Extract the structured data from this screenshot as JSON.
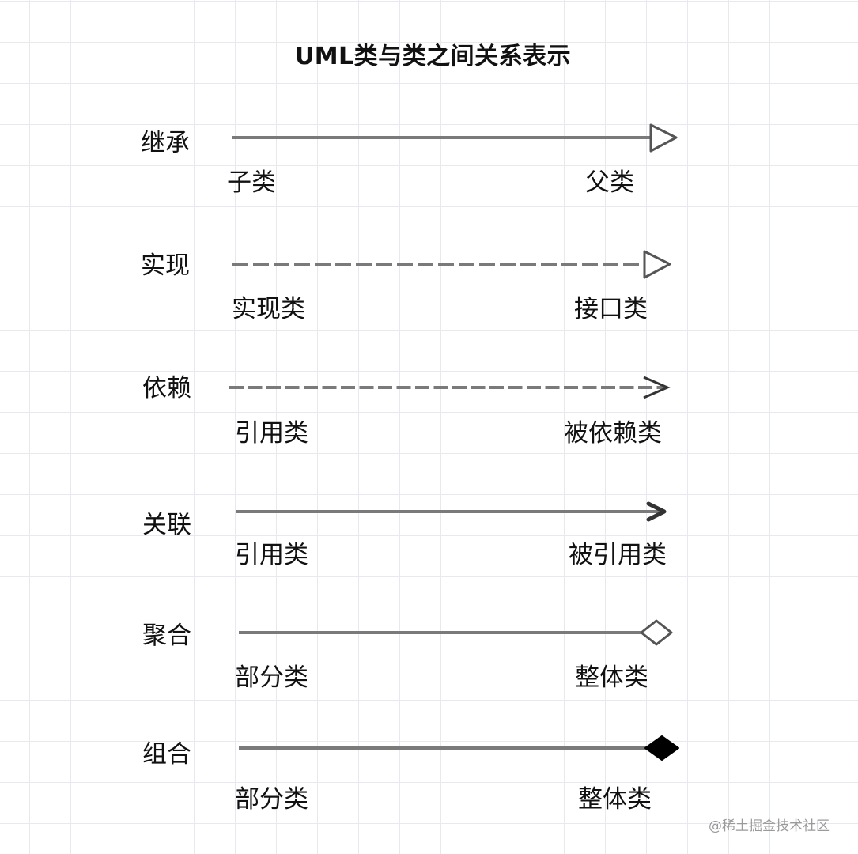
{
  "title": "UML类与类之间关系表示",
  "relations": [
    {
      "name": "继承",
      "source": "子类",
      "target": "父类",
      "line": "solid",
      "head": "hollow-triangle"
    },
    {
      "name": "实现",
      "source": "实现类",
      "target": "接口类",
      "line": "dashed",
      "head": "hollow-triangle"
    },
    {
      "name": "依赖",
      "source": "引用类",
      "target": "被依赖类",
      "line": "dashed",
      "head": "open-arrow"
    },
    {
      "name": "关联",
      "source": "引用类",
      "target": "被引用类",
      "line": "solid",
      "head": "open-arrow"
    },
    {
      "name": "聚合",
      "source": "部分类",
      "target": "整体类",
      "line": "solid",
      "head": "hollow-diamond"
    },
    {
      "name": "组合",
      "source": "部分类",
      "target": "整体类",
      "line": "solid",
      "head": "filled-diamond"
    }
  ],
  "colors": {
    "line": "#7a7a7a",
    "head": "#555555",
    "text": "#111111",
    "grid": "#e8e8ef"
  },
  "watermark": "@稀土掘金技术社区"
}
